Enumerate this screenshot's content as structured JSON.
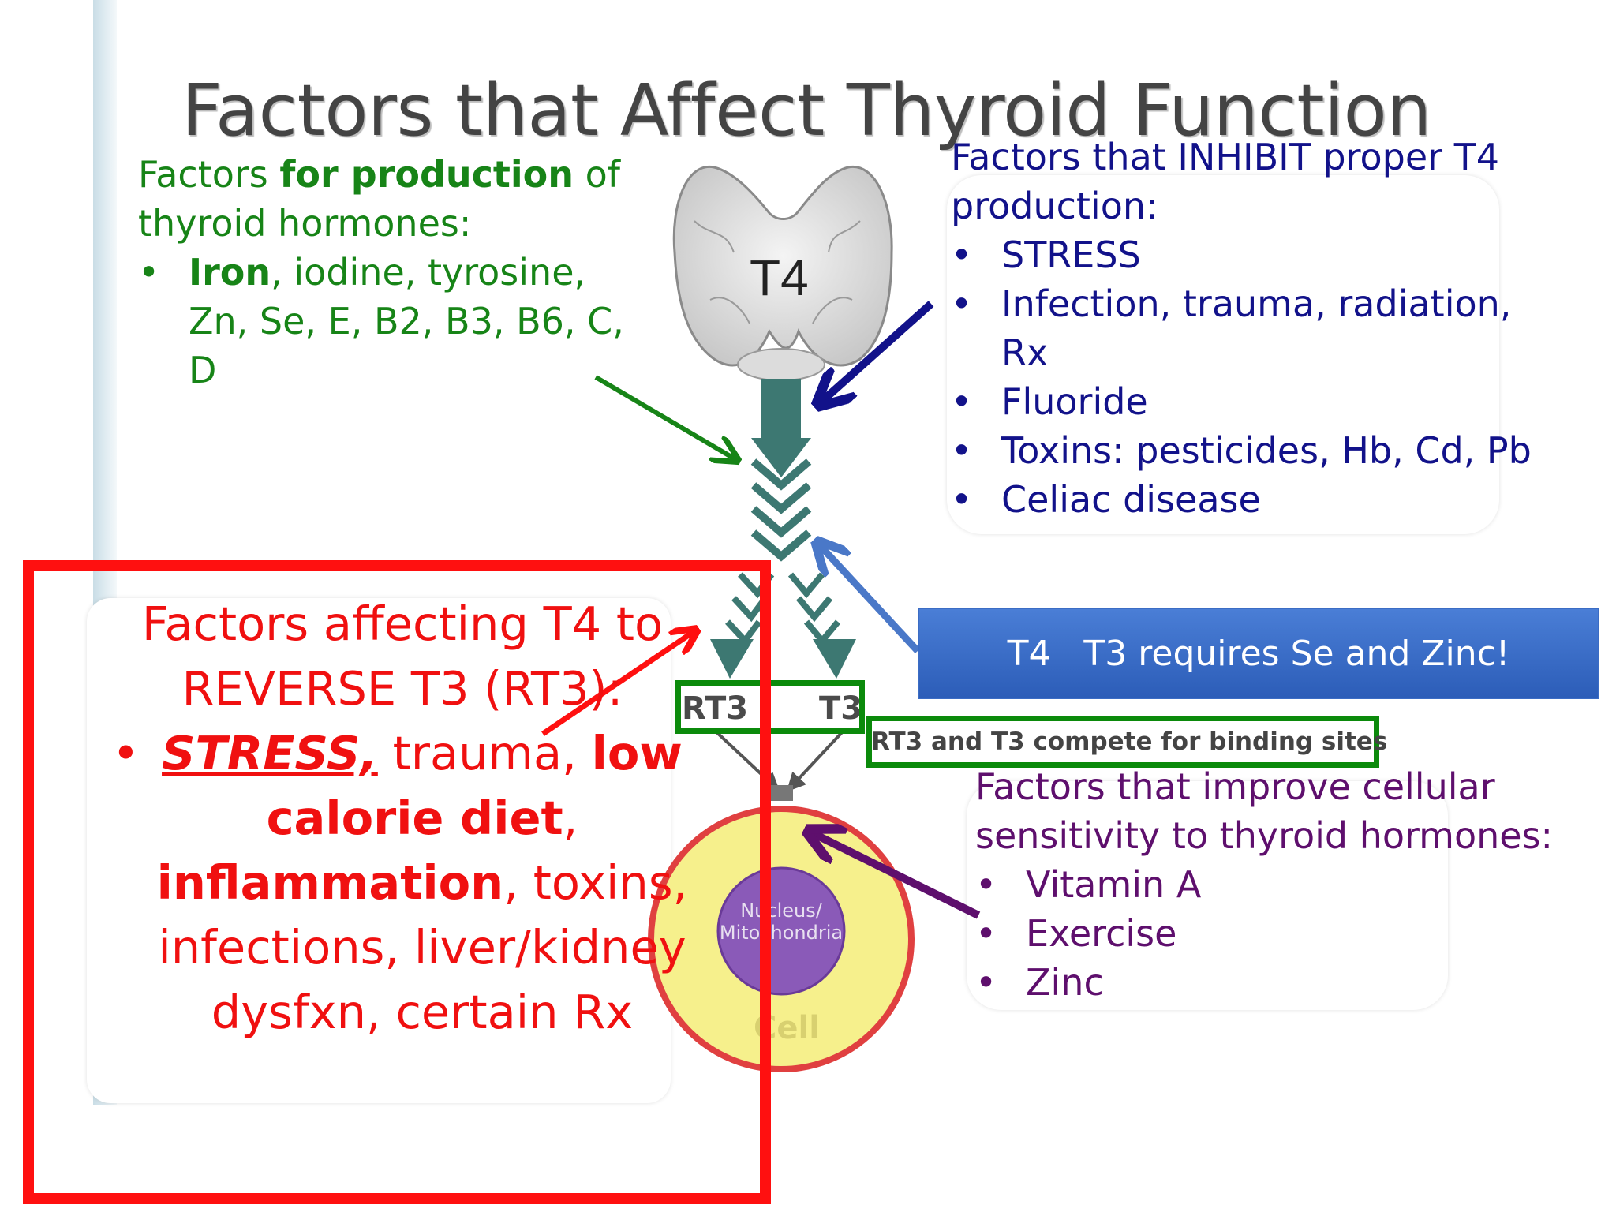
{
  "title": "Factors that Affect Thyroid Function",
  "production": {
    "heading_pre": "Factors ",
    "heading_bold": "for production",
    "heading_post": " of thyroid hormones:",
    "bullet_bold": "Iron",
    "bullet_rest": ", iodine, tyrosine, Zn, Se, E, B2, B3, B6, C, D"
  },
  "inhibit": {
    "heading": "Factors that INHIBIT proper T4 production:",
    "items": [
      "STRESS",
      "Infection, trauma, radiation, Rx",
      "Fluoride",
      "Toxins: pesticides, Hb, Cd, Pb",
      "Celiac disease"
    ]
  },
  "rt3": {
    "heading": "Factors affecting T4 to REVERSE T3 (RT3):",
    "stress": "STRESS,",
    "trauma": " trauma, ",
    "low_calorie": "low calorie diet",
    "comma1": ", ",
    "inflammation": "inflammation",
    "rest": ", toxins, infections, liver/kidney dysfxn, certain Rx"
  },
  "banner": {
    "text": "T4   T3 requires Se and Zinc!"
  },
  "compete": "RT3 and T3 compete for binding sites",
  "sensitivity": {
    "heading": "Factors that improve cellular sensitivity to thyroid hormones:",
    "items": [
      "Vitamin A",
      "Exercise",
      "Zinc"
    ]
  },
  "diagram": {
    "t4_label": "T4",
    "rt3_label": "RT3",
    "t3_label": "T3",
    "nucleus_label": "Nucleus/ Mitochondria",
    "cell_label": "Cell"
  },
  "bullet_char": "•",
  "colors": {
    "green": "#178417",
    "navy": "#12128a",
    "purple": "#5e0f6d",
    "red": "#f01010",
    "blue_banner": "#2c5db8",
    "cell_yellow": "#f6f08c",
    "nucleus": "#8a5ab8",
    "arrow_teal": "#3d7872"
  }
}
